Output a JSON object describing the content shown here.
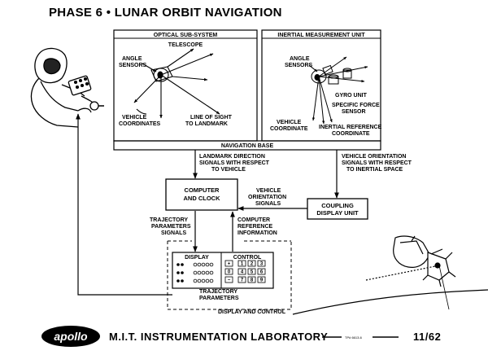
{
  "title": "PHASE 6 • LUNAR ORBIT NAVIGATION",
  "optical": {
    "header": "OPTICAL SUB-SYSTEM",
    "telescope": "TELESCOPE",
    "angle_sensors_1": "ANGLE",
    "angle_sensors_2": "SENSORS",
    "vehicle_coords_1": "VEHICLE",
    "vehicle_coords_2": "COORDINATES",
    "line_of_sight_1": "LINE OF SIGHT",
    "line_of_sight_2": "TO LANDMARK"
  },
  "imu": {
    "header": "INERTIAL MEASUREMENT UNIT",
    "angle_sensors_1": "ANGLE",
    "angle_sensors_2": "SENSORS",
    "gyro_unit": "GYRO UNIT",
    "specific_force_1": "SPECIFIC FORCE",
    "specific_force_2": "SENSOR",
    "vehicle_coord_1": "VEHICLE",
    "vehicle_coord_2": "COORDINATE",
    "inertial_ref_1": "INERTIAL REFERENCE",
    "inertial_ref_2": "COORDINATE"
  },
  "navigation_base": "NAVIGATION BASE",
  "landmark_signals": [
    "LANDMARK DIRECTION",
    "SIGNALS WITH RESPECT",
    "TO VEHICLE"
  ],
  "vehicle_orientation_signals_right": [
    "VEHICLE ORIENTATION",
    "SIGNALS WITH RESPECT",
    "TO INERTIAL SPACE"
  ],
  "computer_1": "COMPUTER",
  "computer_2": "AND CLOCK",
  "vehicle_orientation_signals_mid": [
    "VEHICLE",
    "ORIENTATION",
    "SIGNALS"
  ],
  "coupling_1": "COUPLING",
  "coupling_2": "DISPLAY UNIT",
  "trajectory_signals": [
    "TRAJECTORY",
    "PARAMETERS",
    "SIGNALS"
  ],
  "computer_reference": [
    "COMPUTER",
    "REFERENCE",
    "INFORMATION"
  ],
  "display_label": "DISPLAY",
  "control_label": "CONTROL",
  "trajectory_parameters": [
    "TRAJECTORY",
    "PARAMETERS"
  ],
  "display_and_control": "DISPLAY AND CONTROL",
  "keypad": {
    "signs": [
      "+",
      "0",
      "−"
    ],
    "keys": [
      [
        "1",
        "2",
        "3"
      ],
      [
        "4",
        "5",
        "6"
      ],
      [
        "7",
        "8",
        "9"
      ]
    ]
  },
  "footer": {
    "apollo": "apollo",
    "lab": "M.I.T. INSTRUMENTATION LABORATORY",
    "code": "TP# 6613-6",
    "date": "11/62"
  }
}
